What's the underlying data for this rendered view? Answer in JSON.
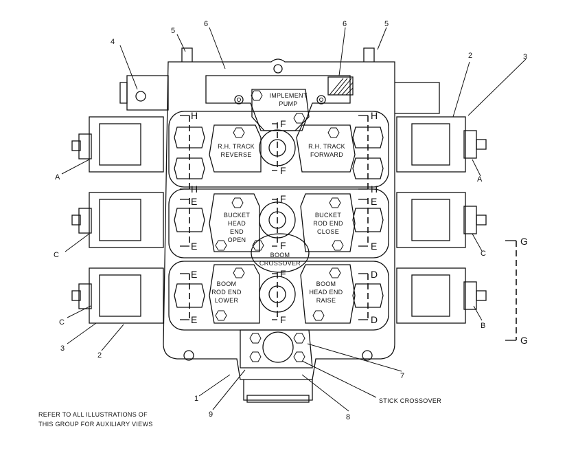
{
  "callouts": {
    "c4": "4",
    "c5_left": "5",
    "c6_left": "6",
    "c6_right": "6",
    "c5_right": "5",
    "c2_right": "2",
    "c3_right": "3",
    "c1": "1",
    "c9": "9",
    "c8": "8",
    "c7": "7",
    "c3_left": "3",
    "c2_left": "2",
    "a_left": "A",
    "c_left_mid": "C",
    "c_left_low": "C",
    "a_right": "A",
    "c_right": "C",
    "b_right": "B"
  },
  "sections": {
    "implement_pump": [
      "IMPLEMENT",
      "PUMP"
    ],
    "rh_track_reverse": [
      "R.H. TRACK",
      "REVERSE"
    ],
    "rh_track_forward": [
      "R.H. TRACK",
      "FORWARD"
    ],
    "bucket_head_end_open": [
      "BUCKET",
      "HEAD",
      "END",
      "OPEN"
    ],
    "bucket_rod_end_close": [
      "BUCKET",
      "ROD END",
      "CLOSE"
    ],
    "boom_crossover": [
      "BOOM",
      "CROSSOVER"
    ],
    "boom_rod_end_lower": [
      "BOOM",
      "ROD END",
      "LOWER"
    ],
    "boom_head_end_raise": [
      "BOOM",
      "HEAD END",
      "RAISE"
    ]
  },
  "section_letters": {
    "h": "H",
    "e": "E",
    "f": "F",
    "d": "D",
    "g": "G"
  },
  "stick_crossover": "STICK CROSSOVER",
  "note": [
    "REFER TO ALL ILLUSTRATIONS OF",
    "THIS GROUP FOR AUXILIARY VIEWS"
  ]
}
